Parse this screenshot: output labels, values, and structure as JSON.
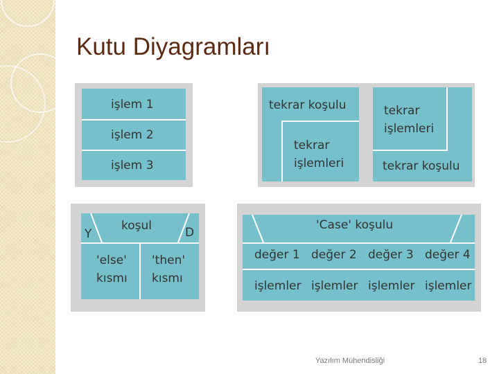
{
  "slide": {
    "title": "Kutu Diyagramları",
    "footer_text": "Yazılım Mühendisliği",
    "page_number": "18"
  },
  "sequence": {
    "step1": "işlem 1",
    "step2": "işlem 2",
    "step3": "işlem 3"
  },
  "loop_pre": {
    "condition": "tekrar koşulu",
    "body_line1": "tekrar",
    "body_line2": "işlemleri"
  },
  "loop_post": {
    "body_line1": "tekrar",
    "body_line2": "işlemleri",
    "condition": "tekrar koşulu"
  },
  "ifelse": {
    "condition": "koşul",
    "yes": "Y",
    "no": "D",
    "else_line1": "'else'",
    "else_line2": "kısmı",
    "then_line1": "'then'",
    "then_line2": "kısmı"
  },
  "case": {
    "condition": "'Case' koşulu",
    "values": [
      "değer 1",
      "değer 2",
      "değer 3",
      "değer 4"
    ],
    "actions": [
      "işlemler",
      "işlemler",
      "işlemler",
      "işlemler"
    ]
  },
  "colors": {
    "box": "#76c0cc",
    "panel": "#d3d3d3",
    "title": "#5a2a12"
  }
}
